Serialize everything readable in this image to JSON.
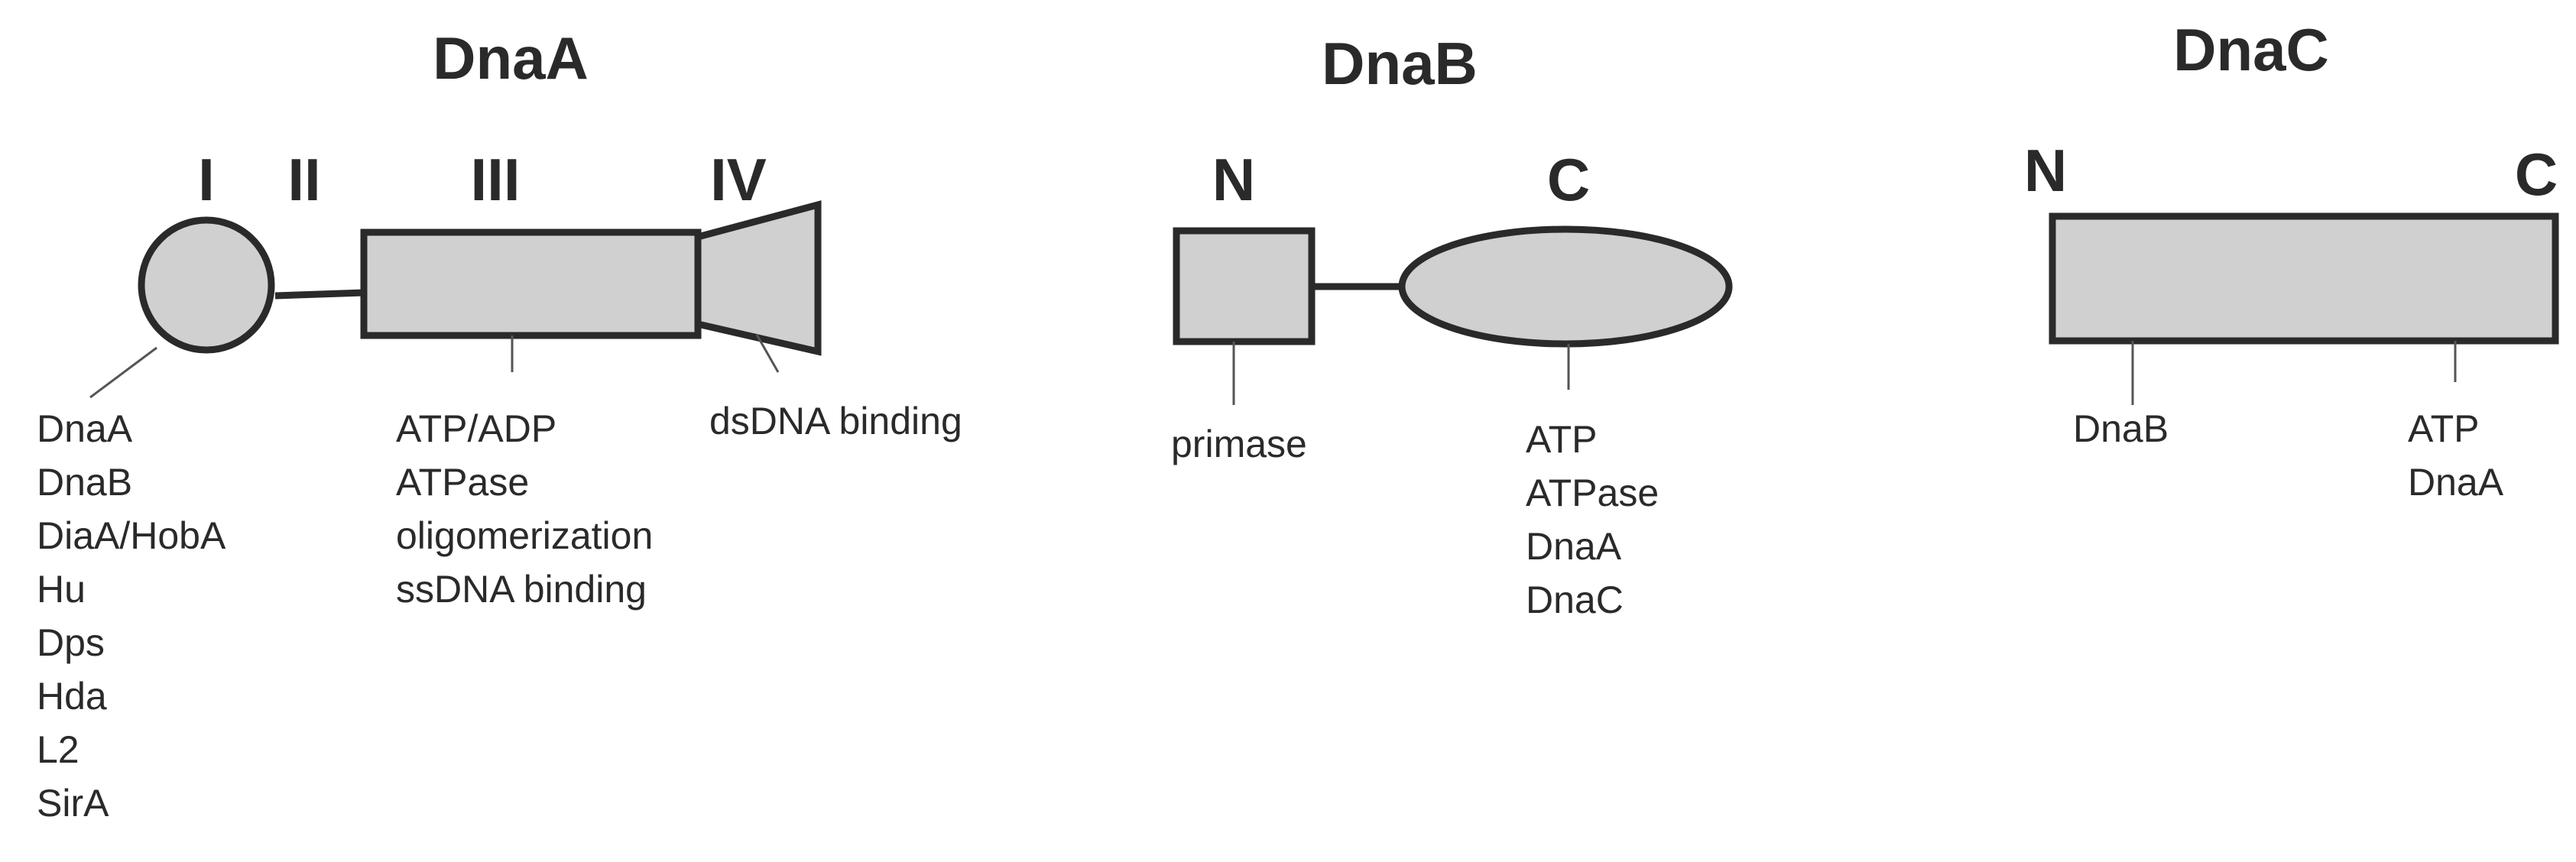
{
  "dnaA": {
    "title": "DnaA",
    "domains": [
      "I",
      "II",
      "III",
      "IV"
    ],
    "domain_I_labels": [
      "DnaA",
      "DnaB",
      "DiaA/HobA",
      "Hu",
      "Dps",
      "Hda",
      "L2",
      "SirA"
    ],
    "domain_III_labels": [
      "ATP/ADP",
      "ATPase",
      "oligomerization",
      "ssDNA binding"
    ],
    "domain_IV_label": "dsDNA binding"
  },
  "dnaB": {
    "title": "DnaB",
    "n_label": "N",
    "c_label": "C",
    "n_labels": [
      "primase"
    ],
    "c_labels": [
      "ATP",
      "ATPase",
      "DnaA",
      "DnaC"
    ]
  },
  "dnaC": {
    "title": "DnaC",
    "n_label": "N",
    "c_label": "C",
    "left_labels": [
      "DnaB"
    ],
    "right_labels": [
      "ATP",
      "DnaA"
    ]
  }
}
